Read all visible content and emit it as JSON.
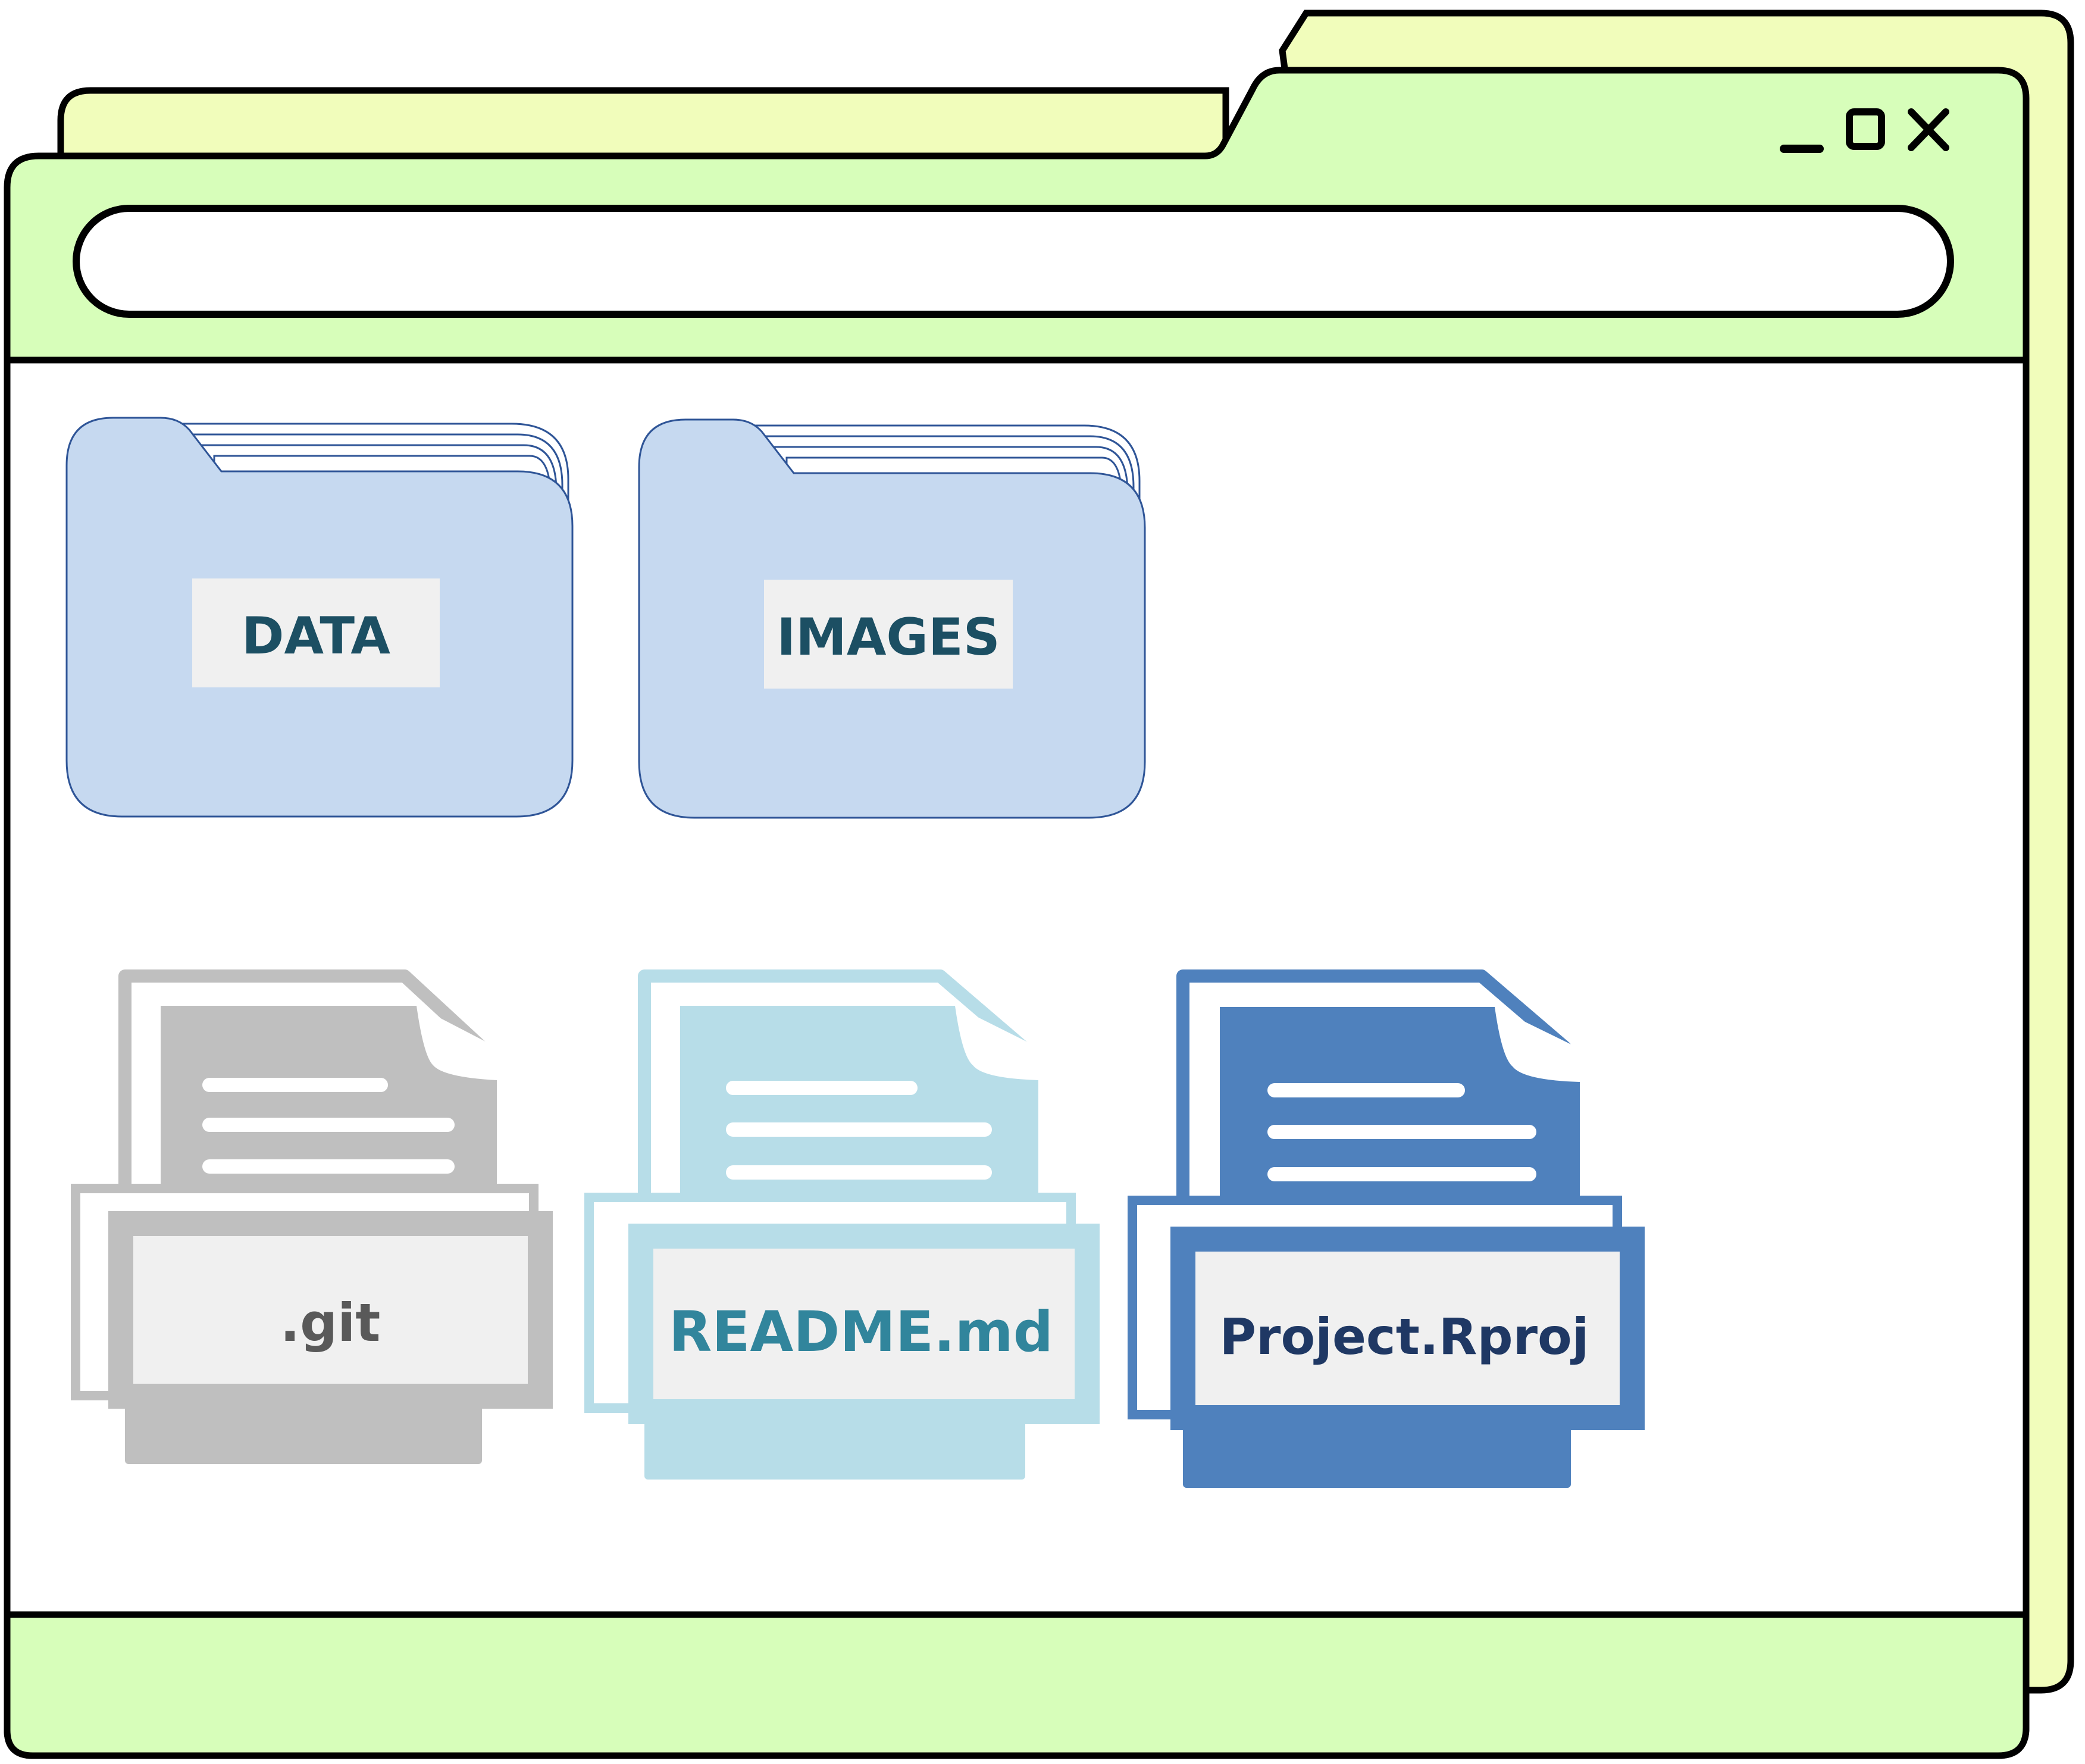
{
  "window": {
    "controls": {
      "minimize_icon": "minimize-icon",
      "maximize_icon": "maximize-icon",
      "close_icon": "close-icon"
    },
    "address_bar": {
      "value": ""
    }
  },
  "colors": {
    "back_window": "#f1fdbb",
    "front_window": "#d7feba",
    "content": "#ffffff",
    "outline": "#000000",
    "folder_fill": "#c6d9f0",
    "folder_stroke": "#2f5597",
    "label_bg": "#f0f0f0",
    "folder_text": "#1c4f63",
    "git": "#bfbfbf",
    "git_text": "#595959",
    "readme": "#b7dde8",
    "readme_text": "#31859c",
    "rproj": "#4f81bd",
    "rproj_text": "#1f3864"
  },
  "folders": [
    {
      "name": "DATA",
      "icon": "folder-icon"
    },
    {
      "name": "IMAGES",
      "icon": "folder-icon"
    }
  ],
  "files": [
    {
      "name": ".git",
      "icon": "file-icon"
    },
    {
      "name": "README.md",
      "icon": "file-icon"
    },
    {
      "name": "Project.Rproj",
      "icon": "file-icon"
    }
  ]
}
